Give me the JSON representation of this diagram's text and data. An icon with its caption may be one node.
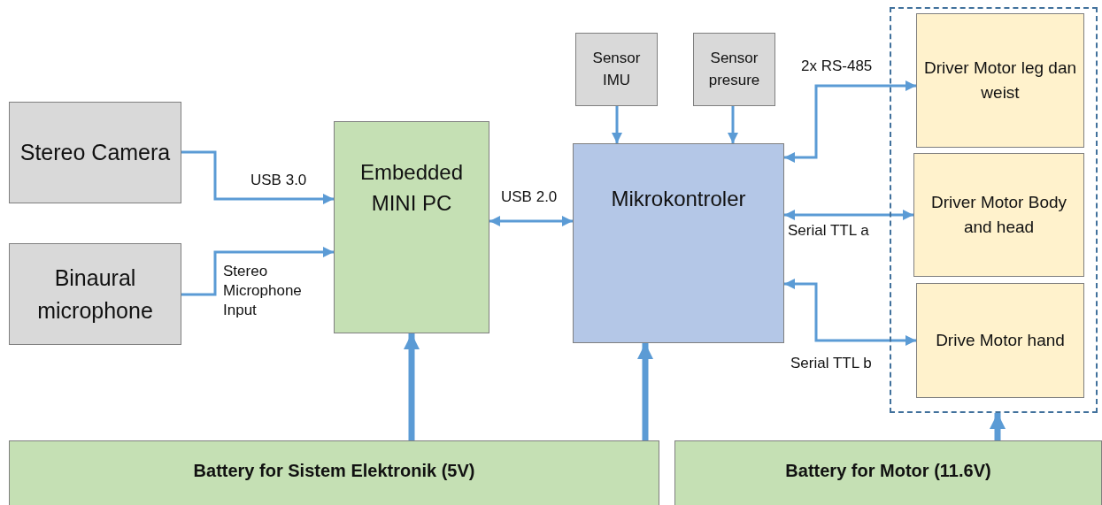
{
  "diagram": {
    "nodes": [
      {
        "text": [
          "Stereo Camera"
        ]
      },
      {
        "text": [
          "Binaural microphone"
        ]
      },
      {
        "text": [
          "Embedded MINI PC"
        ]
      },
      {
        "text": [
          "Sensor IMU"
        ]
      },
      {
        "text": [
          "Sensor presure"
        ]
      },
      {
        "text": [
          "Mikrokontroler"
        ]
      },
      {
        "text": [],
        "shape": "box"
      },
      {
        "text": [
          "Driver Motor leg dan weist"
        ],
        "in": 6
      },
      {
        "text": [
          "Driver Motor Body and head"
        ],
        "in": 6
      },
      {
        "text": [
          "Drive Motor hand"
        ],
        "in": 6
      },
      {
        "text": [
          "Battery for Sistem Elektronik (5V)"
        ]
      },
      {
        "text": [
          "Battery for Motor (11.6V)"
        ]
      }
    ],
    "edges": [
      {
        "from": 0,
        "to": 2,
        "arrow": "to",
        "label": "USB 3.0"
      },
      {
        "from": 1,
        "to": 2,
        "arrow": "to",
        "label": "Stereo Microphone Input"
      },
      {
        "from": 2,
        "to": 5,
        "arrow": "both",
        "label": "USB 2.0"
      },
      {
        "from": 3,
        "to": 5,
        "arrow": "to"
      },
      {
        "from": 4,
        "to": 5,
        "arrow": "to"
      },
      {
        "from": 5,
        "to": 7,
        "arrow": "both",
        "label": "2x RS-485"
      },
      {
        "from": 5,
        "to": 8,
        "arrow": "both",
        "label": "Serial TTL a"
      },
      {
        "from": 5,
        "to": 9,
        "arrow": "both",
        "label": "Serial TTL b"
      },
      {
        "from": 10,
        "to": 2,
        "arrow": "to",
        "style": "thick"
      },
      {
        "from": 10,
        "to": 5,
        "arrow": "to",
        "style": "thick"
      },
      {
        "from": 11,
        "to": 6,
        "arrow": "to",
        "style": "thick"
      }
    ]
  }
}
